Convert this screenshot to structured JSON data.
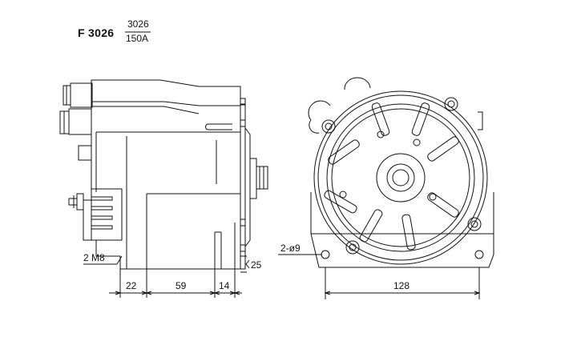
{
  "header": {
    "model": "F 3026",
    "type_code": "3026",
    "rating": "150A"
  },
  "dimensions": {
    "thread_callout": "2 M8",
    "bracket_offset": "25",
    "d1": "22",
    "d2": "59",
    "d3": "14",
    "hole_callout": "2-ø9",
    "mount_width": "128"
  },
  "colors": {
    "line": "#111111",
    "background": "#ffffff"
  }
}
